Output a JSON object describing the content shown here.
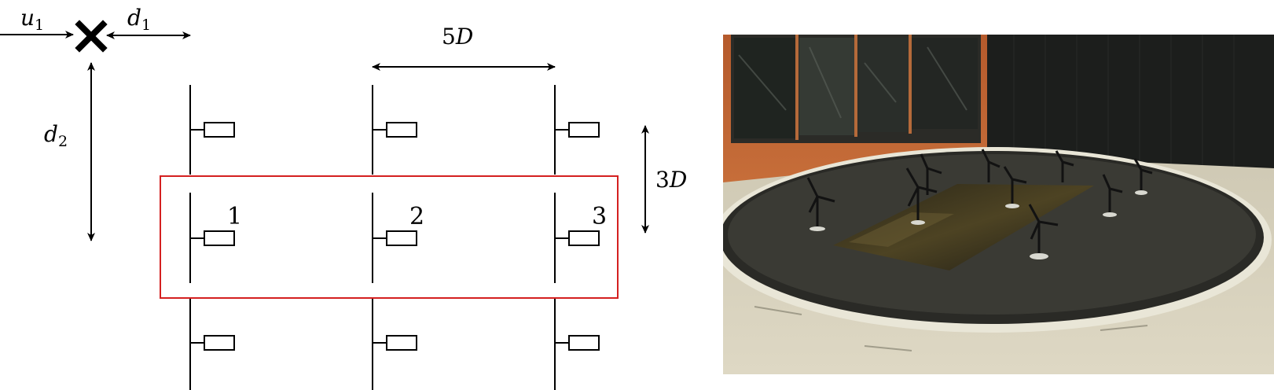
{
  "labels": {
    "u1_base": "u",
    "u1_sub": "1",
    "d1_base": "d",
    "d1_sub": "1",
    "d2_base": "d",
    "d2_sub": "2",
    "spacing_x_num": "5",
    "spacing_x_sym": "D",
    "spacing_y_num": "3",
    "spacing_y_sym": "D"
  },
  "turbine_numbers": [
    "1",
    "2",
    "3"
  ],
  "grid": {
    "columns": 3,
    "rows": 3
  },
  "colors": {
    "line": "#000000",
    "highlight": "#d42020"
  }
}
